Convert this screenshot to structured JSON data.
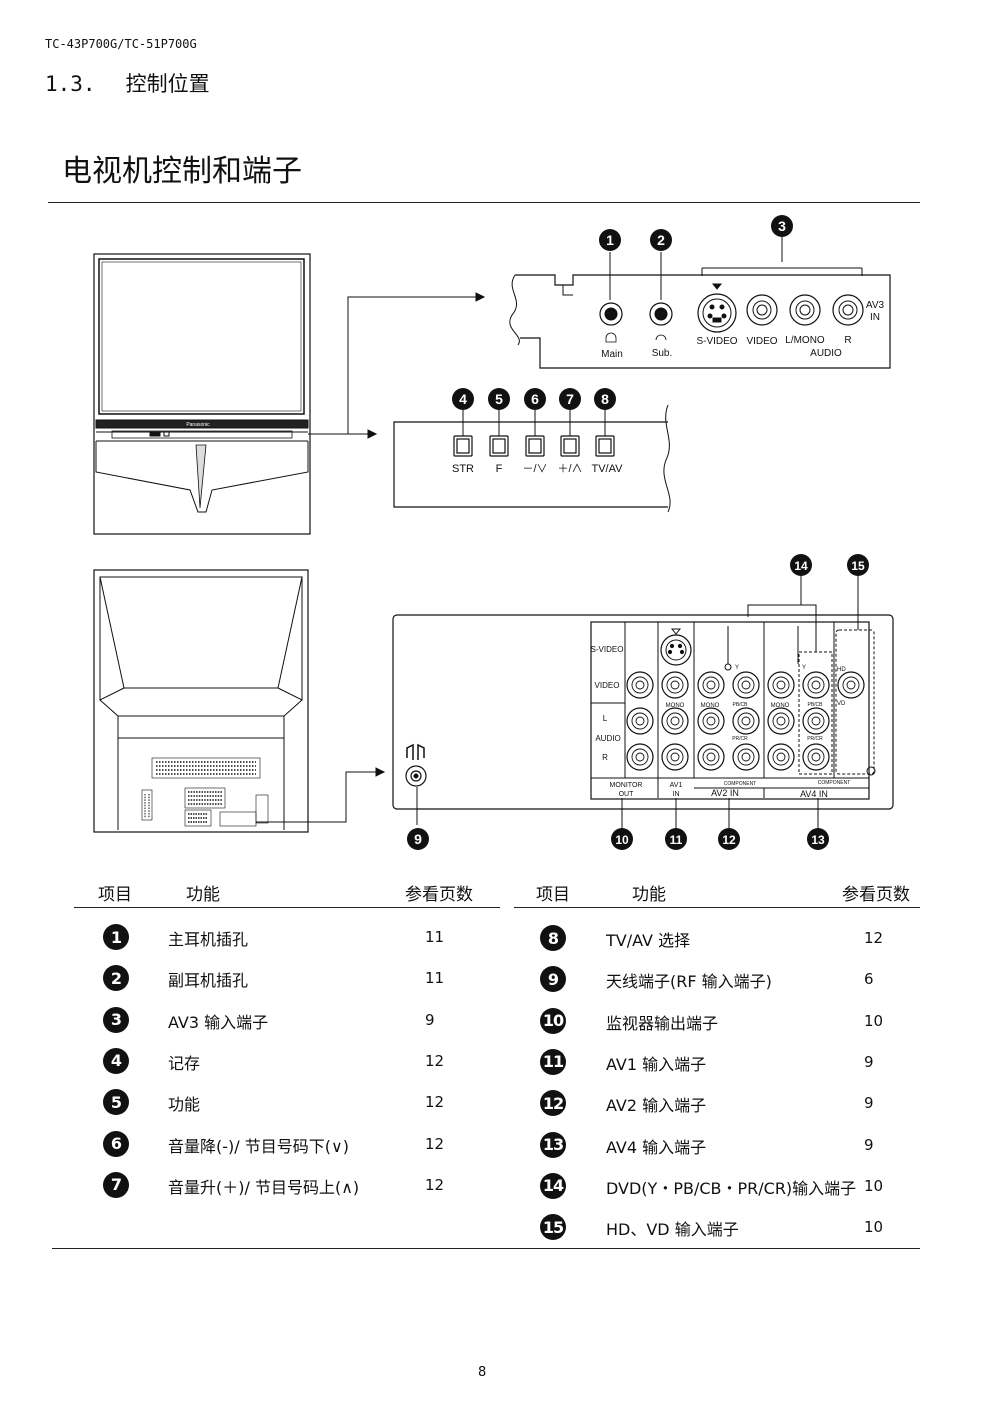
{
  "header": {
    "model": "TC-43P700G/TC-51P700G",
    "section_number": "1.3.",
    "section_title": "控制位置"
  },
  "title": "电视机控制和端子",
  "figure": {
    "brand": "Panasonic",
    "front_jacks": {
      "main": "Main",
      "sub": "Sub.",
      "s_video": "S-VIDEO",
      "video": "VIDEO",
      "lmono": "L/MONO",
      "r": "R",
      "audio": "AUDIO",
      "av3": "AV3",
      "in": "IN"
    },
    "buttons": [
      "STR",
      "F",
      "－/∨",
      "＋/∧",
      "TV/AV"
    ],
    "rear": {
      "s_video": "S-VIDEO",
      "video": "VIDEO",
      "l": "L",
      "audio": "AUDIO",
      "r": "R",
      "mono": "MONO",
      "y": "Y",
      "pbcb": "PB/CB",
      "prcr": "PR/CR",
      "hd": "HD",
      "vd": "VD",
      "monitor": "MONITOR",
      "out": "OUT",
      "av1": "AV1",
      "in": "IN",
      "component": "COMPONENT",
      "av2_in": "AV2  IN",
      "av4_in": "AV4  IN"
    },
    "callouts": [
      "1",
      "2",
      "3",
      "4",
      "5",
      "6",
      "7",
      "8",
      "9",
      "10",
      "11",
      "12",
      "13",
      "14",
      "15"
    ]
  },
  "table": {
    "headers": {
      "item": "项目",
      "function": "功能",
      "page": "参看页数"
    },
    "left": [
      {
        "n": "1",
        "name": "主耳机插孔",
        "page": "11"
      },
      {
        "n": "2",
        "name": "副耳机插孔",
        "page": "11"
      },
      {
        "n": "3",
        "name": "AV3 输入端子",
        "page": "9"
      },
      {
        "n": "4",
        "name": "记存",
        "page": "12"
      },
      {
        "n": "5",
        "name": "功能",
        "page": "12"
      },
      {
        "n": "6",
        "name": "音量降(-)/ 节目号码下(∨)",
        "page": "12"
      },
      {
        "n": "7",
        "name": "音量升(＋)/ 节目号码上(∧)",
        "page": "12"
      }
    ],
    "right": [
      {
        "n": "8",
        "name": "TV/AV 选择",
        "page": "12"
      },
      {
        "n": "9",
        "name": "天线端子(RF 输入端子)",
        "page": "6"
      },
      {
        "n": "10",
        "name": "监视器输出端子",
        "page": "10"
      },
      {
        "n": "11",
        "name": "AV1 输入端子",
        "page": "9"
      },
      {
        "n": "12",
        "name": "AV2 输入端子",
        "page": "9"
      },
      {
        "n": "13",
        "name": "AV4 输入端子",
        "page": "9"
      },
      {
        "n": "14",
        "name": "DVD(Y・PB/CB・PR/CR)输入端子",
        "page": "10"
      },
      {
        "n": "15",
        "name": "HD、VD 输入端子",
        "page": "10"
      }
    ]
  },
  "page_number": "8"
}
